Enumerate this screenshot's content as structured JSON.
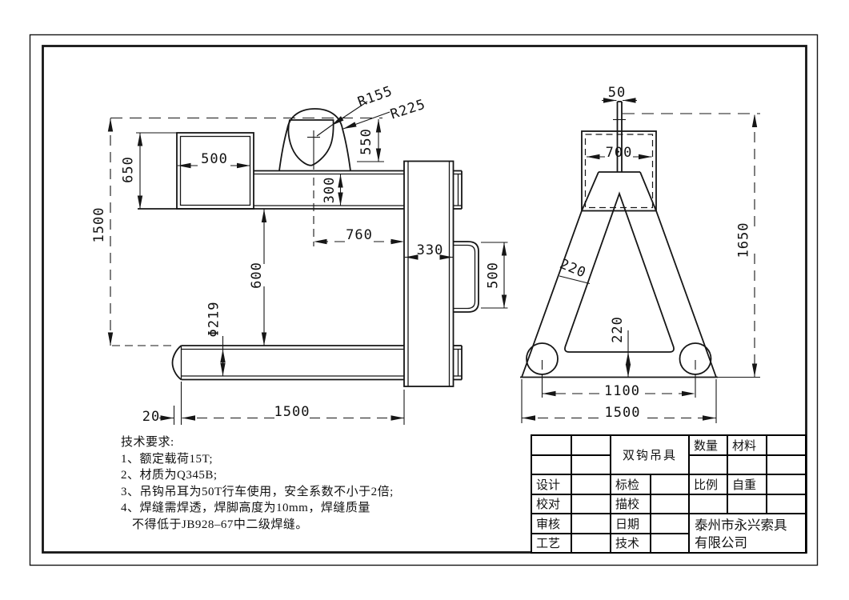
{
  "drawing_title": "双钩吊具",
  "dims": {
    "left": {
      "overall_height": "1500",
      "box_height": "650",
      "box_width": "500",
      "beam_height": "300",
      "lug_offset": "550",
      "radius_inner": "R155",
      "radius_outer": "R225",
      "beam_to_tube": "600",
      "lug_to_plate": "760",
      "plate_width": "330",
      "handle_height": "500",
      "tube_diameter": "Φ219",
      "tube_end": "20",
      "tube_length": "1500"
    },
    "right": {
      "plate_thickness": "50",
      "box_width": "700",
      "overall_height": "1650",
      "leg_width": "220",
      "base_gap": "220",
      "wheel_centers": "1100",
      "base_width": "1500"
    }
  },
  "tech_requirements": {
    "title": "技术要求:",
    "items": [
      "1、额定载荷15T;",
      "2、材质为Q345B;",
      "3、吊钩吊耳为50T行车使用，安全系数不小于2倍;",
      "4、焊缝需焊透，焊脚高度为10mm，焊缝质量",
      "不得低于JB928–67中二级焊缝。"
    ]
  },
  "title_block": {
    "part_name": "双钩吊具",
    "quantity_label": "数量",
    "material_label": "材料",
    "design_label": "设计",
    "standard_check_label": "标检",
    "scale_label": "比例",
    "weight_label": "自重",
    "proofread_label": "校对",
    "trace_check_label": "描校",
    "review_label": "审核",
    "date_label": "日期",
    "process_label": "工艺",
    "technique_label": "技术",
    "company_line1": "泰州市永兴索具",
    "company_line2": "有限公司"
  }
}
